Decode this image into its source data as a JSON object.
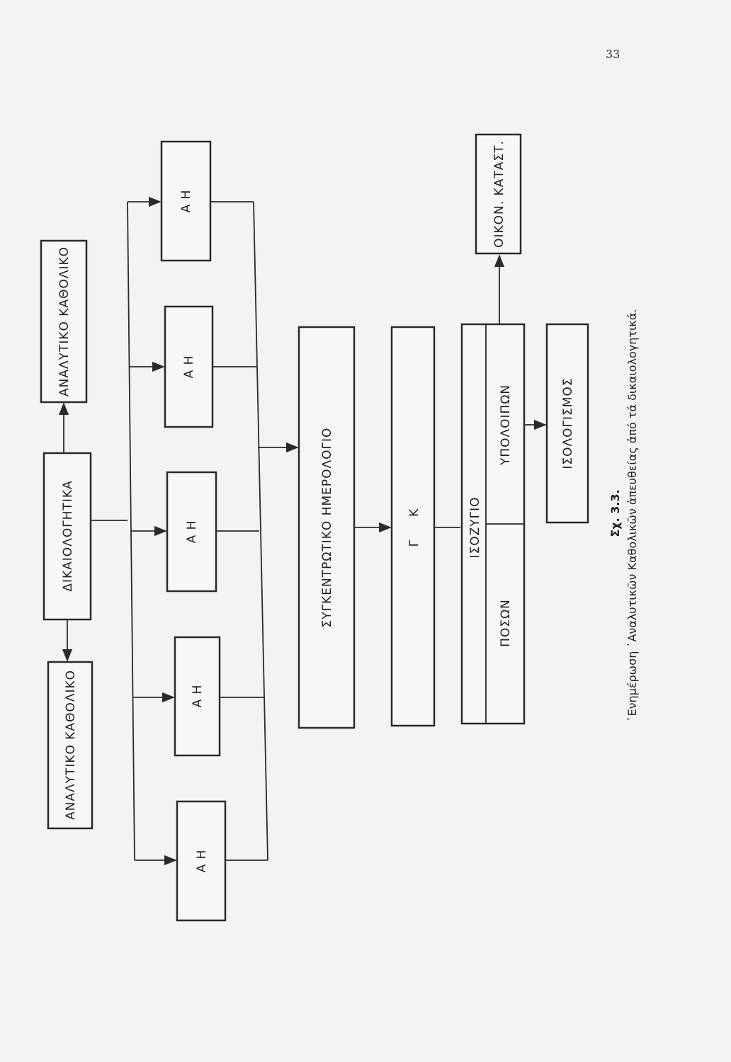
{
  "page_number": "33",
  "boxes": {
    "analytic_ledger_top": "ΑΝΑΛΥΤΙΚΟ ΚΑΘΟΛΙΚΟ",
    "vouchers": "ΔΙΚΑΙΟΛΟΓΗΤΙΚΑ",
    "analytic_ledger_bottom": "ΑΝΑΛΥΤΙΚΟ ΚΑΘΟΛΙΚΟ",
    "auxiliary_journals": [
      "Α Η",
      "Α Η",
      "Α Η",
      "Α Η",
      "Α Η"
    ],
    "summary_journal": "ΣΥΓΚΕΝΤΡΩΤΙΚΟ ΗΜΕΡΟΛΟΓΙΟ",
    "general_ledger": "Γ     Κ",
    "trial_balance": "ΙΣΟΖΥΓΙΟ",
    "trial_balance_balances": "ΥΠΟΛΟΙΠΩΝ",
    "trial_balance_amounts": "ΠΟΣΩΝ",
    "financial_statements": "ΟΙΚΟΝ. ΚΑΤΑΣΤ.",
    "balance_sheet": "ΙΣΟΛΟΓΙΣΜΟΣ"
  },
  "caption": {
    "figure": "Σχ. 3.3.",
    "text": "᾿Ενημέρωση ᾿Αναλυτικῶν Καθολικῶν ἀπευθείας ἀπό τά δικαιολογητικά."
  }
}
